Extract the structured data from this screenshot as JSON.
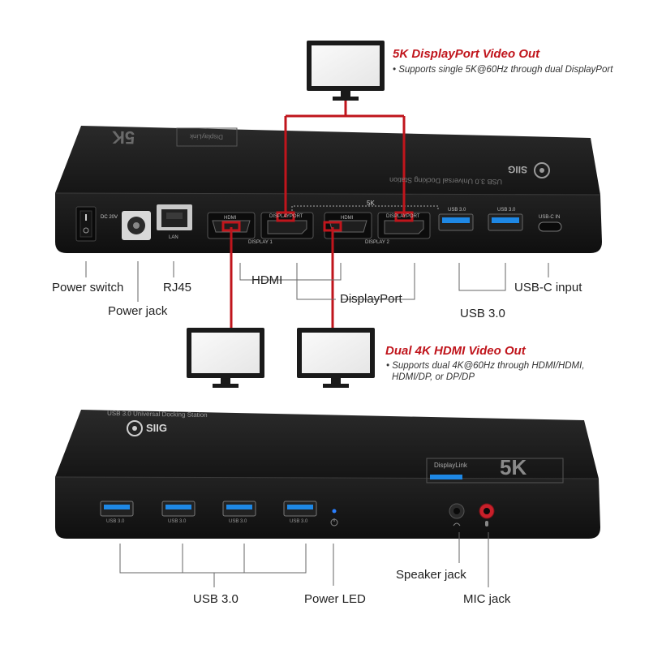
{
  "callouts": {
    "dp": {
      "title": "5K DisplayPort Video Out",
      "note": "• Supports single 5K@60Hz through dual DisplayPort"
    },
    "hdmi": {
      "title": "Dual 4K HDMI Video Out",
      "note_line1": "• Supports dual 4K@60Hz through HDMI/HDMI,",
      "note_line2": "HDMI/DP, or DP/DP"
    }
  },
  "rear_panel": {
    "port_labels": {
      "dc": "DC 20V",
      "lan": "LAN",
      "hdmi_1": "HDMI",
      "displayport_1": "DISPLAYPORT",
      "display_1": "DISPLAY 1",
      "hdmi_2": "HDMI",
      "displayport_2": "DISPLAYPORT",
      "display_2": "DISPLAY 2",
      "five_k": "5K",
      "usb_a": "USB 3.0",
      "usb_b": "USB 3.0",
      "usbc": "USB-C IN"
    },
    "top_text": "USB 3.0 Universal Docking Station",
    "brand": "SIIG",
    "badge_5k": "5K",
    "badge_displaylink": "DisplayLink"
  },
  "rear_labels": {
    "power_switch": "Power switch",
    "power_jack": "Power jack",
    "rj45": "RJ45",
    "hdmi": "HDMI",
    "displayport": "DisplayPort",
    "usb30": "USB 3.0",
    "usbc_input": "USB-C input"
  },
  "front_panel": {
    "top_text": "USB 3.0 Universal Docking Station",
    "brand": "SIIG",
    "badge_displaylink": "DisplayLink",
    "badge_5k": "5K",
    "port_labels": [
      "USB 3.0",
      "USB 3.0",
      "USB 3.0",
      "USB 3.0"
    ]
  },
  "front_labels": {
    "usb30": "USB 3.0",
    "power_led": "Power LED",
    "speaker_jack": "Speaker jack",
    "mic_jack": "MIC jack"
  },
  "colors": {
    "accent_red": "#c0151c",
    "dock_body": "#1b1b1b",
    "usb_blue": "#1e88e5",
    "mic_red": "#c8202a",
    "led_blue": "#2a7fff"
  }
}
